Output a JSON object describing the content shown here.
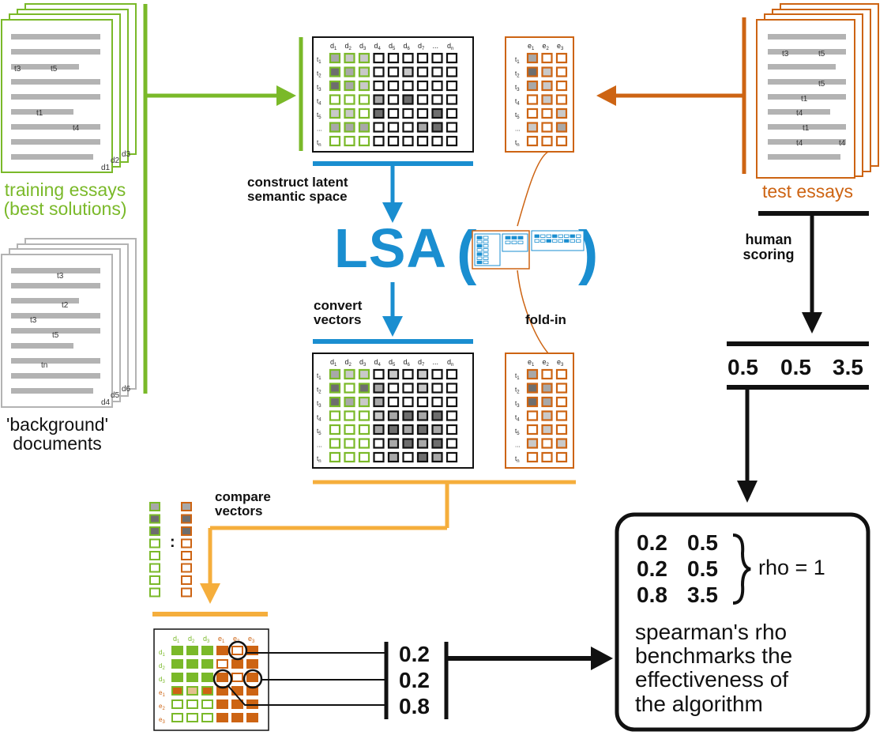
{
  "colors": {
    "green": "#7ab929",
    "orange": "#cd6413",
    "blue": "#1a8ed0",
    "yellow": "#f5ae3c",
    "black": "#111111",
    "gray_line": "#b3b3b3"
  },
  "left": {
    "training_label_1": "training essays",
    "training_label_2": "(best solutions)",
    "background_label_1": "'background'",
    "background_label_2": "documents",
    "training_doc_labels": [
      "d1",
      "d2",
      "d3"
    ],
    "background_doc_labels": [
      "d4",
      "d5",
      "d6"
    ],
    "training_terms": [
      "t3",
      "t5",
      "t1",
      "t4"
    ],
    "background_terms": [
      "t3",
      "t2",
      "t3",
      "t5",
      "tn"
    ]
  },
  "steps": {
    "construct_1": "construct latent",
    "construct_2": "semantic space",
    "lsa": "LSA",
    "convert_1": "convert",
    "convert_2": "vectors",
    "fold_in": "fold-in",
    "compare_1": "compare",
    "compare_2": "vectors"
  },
  "matrix": {
    "doc_headers": [
      "d1",
      "d2",
      "d3",
      "d4",
      "d5",
      "d6",
      "d7",
      "...",
      "dn"
    ],
    "essay_headers": [
      "e1",
      "e2",
      "e3"
    ],
    "term_rows": [
      "t1",
      "t2",
      "t3",
      "t4",
      "t5",
      "...",
      "tn"
    ]
  },
  "similarity_matrix": {
    "headers": [
      "d1",
      "d2",
      "d3",
      "e1",
      "e2",
      "e3"
    ],
    "rows": [
      "d1",
      "d2",
      "d3",
      "e1",
      "e2",
      "e3"
    ]
  },
  "test": {
    "label": "test essays",
    "terms": [
      "t3",
      "t5",
      "t5",
      "t1",
      "t4",
      "t1",
      "t4",
      "t4"
    ],
    "human_1": "human",
    "human_2": "scoring",
    "scores": [
      "0.5",
      "0.5",
      "3.5"
    ]
  },
  "similarities": [
    "0.2",
    "0.2",
    "0.8"
  ],
  "result": {
    "pairs": [
      [
        "0.2",
        "0.5"
      ],
      [
        "0.2",
        "0.5"
      ],
      [
        "0.8",
        "3.5"
      ]
    ],
    "rho": "rho = 1",
    "desc": [
      "spearman's rho",
      "benchmarks the",
      "effectiveness of",
      "the algorithm"
    ]
  }
}
